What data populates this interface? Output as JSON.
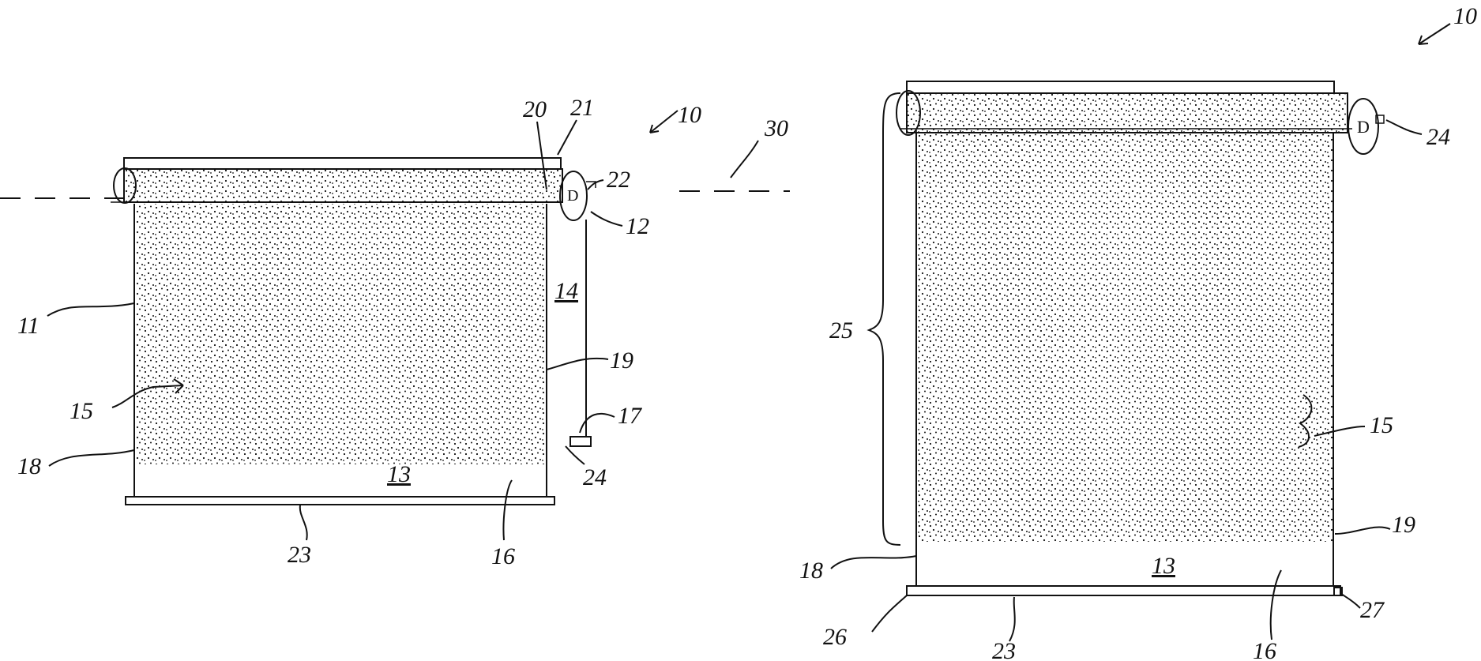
{
  "figure_left": {
    "labels": {
      "ref_10": "10",
      "ref_30": "30",
      "ref_20": "20",
      "ref_21": "21",
      "ref_22": "22",
      "ref_12": "12",
      "ref_14": "14",
      "ref_11": "11",
      "ref_19": "19",
      "ref_15": "15",
      "ref_17": "17",
      "ref_18": "18",
      "ref_24": "24",
      "ref_13": "13",
      "ref_23": "23",
      "ref_16": "16"
    }
  },
  "figure_right": {
    "labels": {
      "ref_10": "10",
      "ref_24": "24",
      "ref_25": "25",
      "ref_15": "15",
      "ref_19": "19",
      "ref_18": "18",
      "ref_13": "13",
      "ref_26": "26",
      "ref_27": "27",
      "ref_23": "23",
      "ref_16": "16"
    }
  },
  "colors": {
    "ink": "#111111",
    "paper": "#ffffff"
  }
}
